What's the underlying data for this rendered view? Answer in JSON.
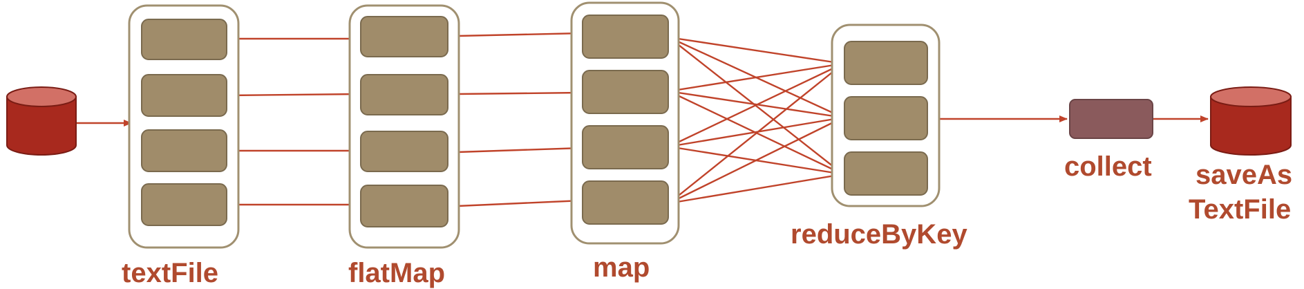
{
  "stages": [
    {
      "id": "textFile",
      "label": "textFile",
      "partitions": 4
    },
    {
      "id": "flatMap",
      "label": "flatMap",
      "partitions": 4
    },
    {
      "id": "map",
      "label": "map",
      "partitions": 4
    },
    {
      "id": "reduceByKey",
      "label": "reduceByKey",
      "partitions": 3
    }
  ],
  "collect": {
    "label": "collect"
  },
  "sink": {
    "label_line1": "saveAs",
    "label_line2": "TextFile"
  },
  "colors": {
    "arrow": "#c0432a",
    "partition": "#a08c6a",
    "frame": "#a09070",
    "collect": "#8a5a5c",
    "cylinder": "#a8291e",
    "label": "#b04a2e"
  },
  "icons": {
    "source": "database-cylinder-icon",
    "sink": "database-cylinder-icon"
  }
}
